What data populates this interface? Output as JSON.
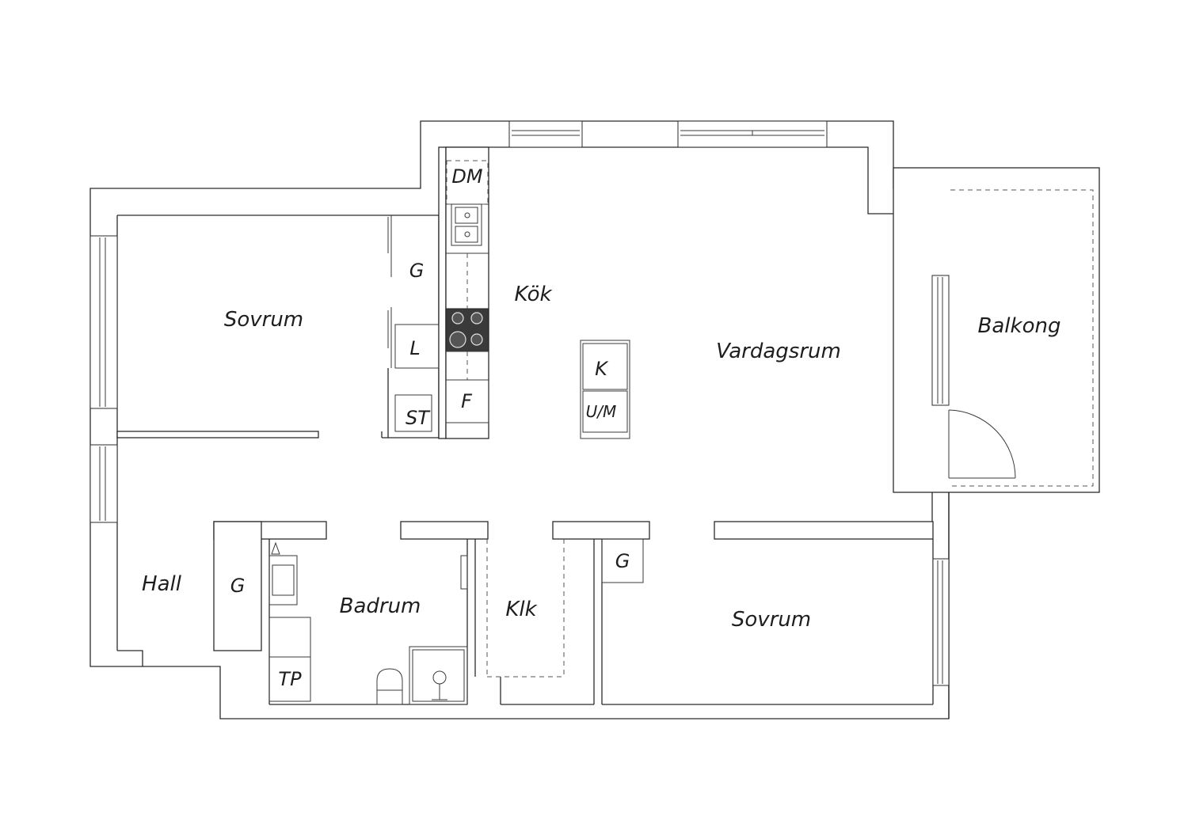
{
  "rooms": {
    "sovrum_1": "Sovrum",
    "kok": "Kök",
    "vardagsrum": "Vardagsrum",
    "balkong": "Balkong",
    "hall": "Hall",
    "badrum": "Badrum",
    "klk": "Klk",
    "sovrum_2": "Sovrum"
  },
  "fixtures": {
    "dm": "DM",
    "g_bedroom": "G",
    "l": "L",
    "st": "ST",
    "f": "F",
    "k": "K",
    "um": "U/M",
    "g_hall": "G",
    "g_bedroom2": "G",
    "tp": "TP"
  },
  "colors": {
    "wall": "#2b2b2b",
    "background": "#ffffff",
    "hob": "#3a3a3a"
  }
}
